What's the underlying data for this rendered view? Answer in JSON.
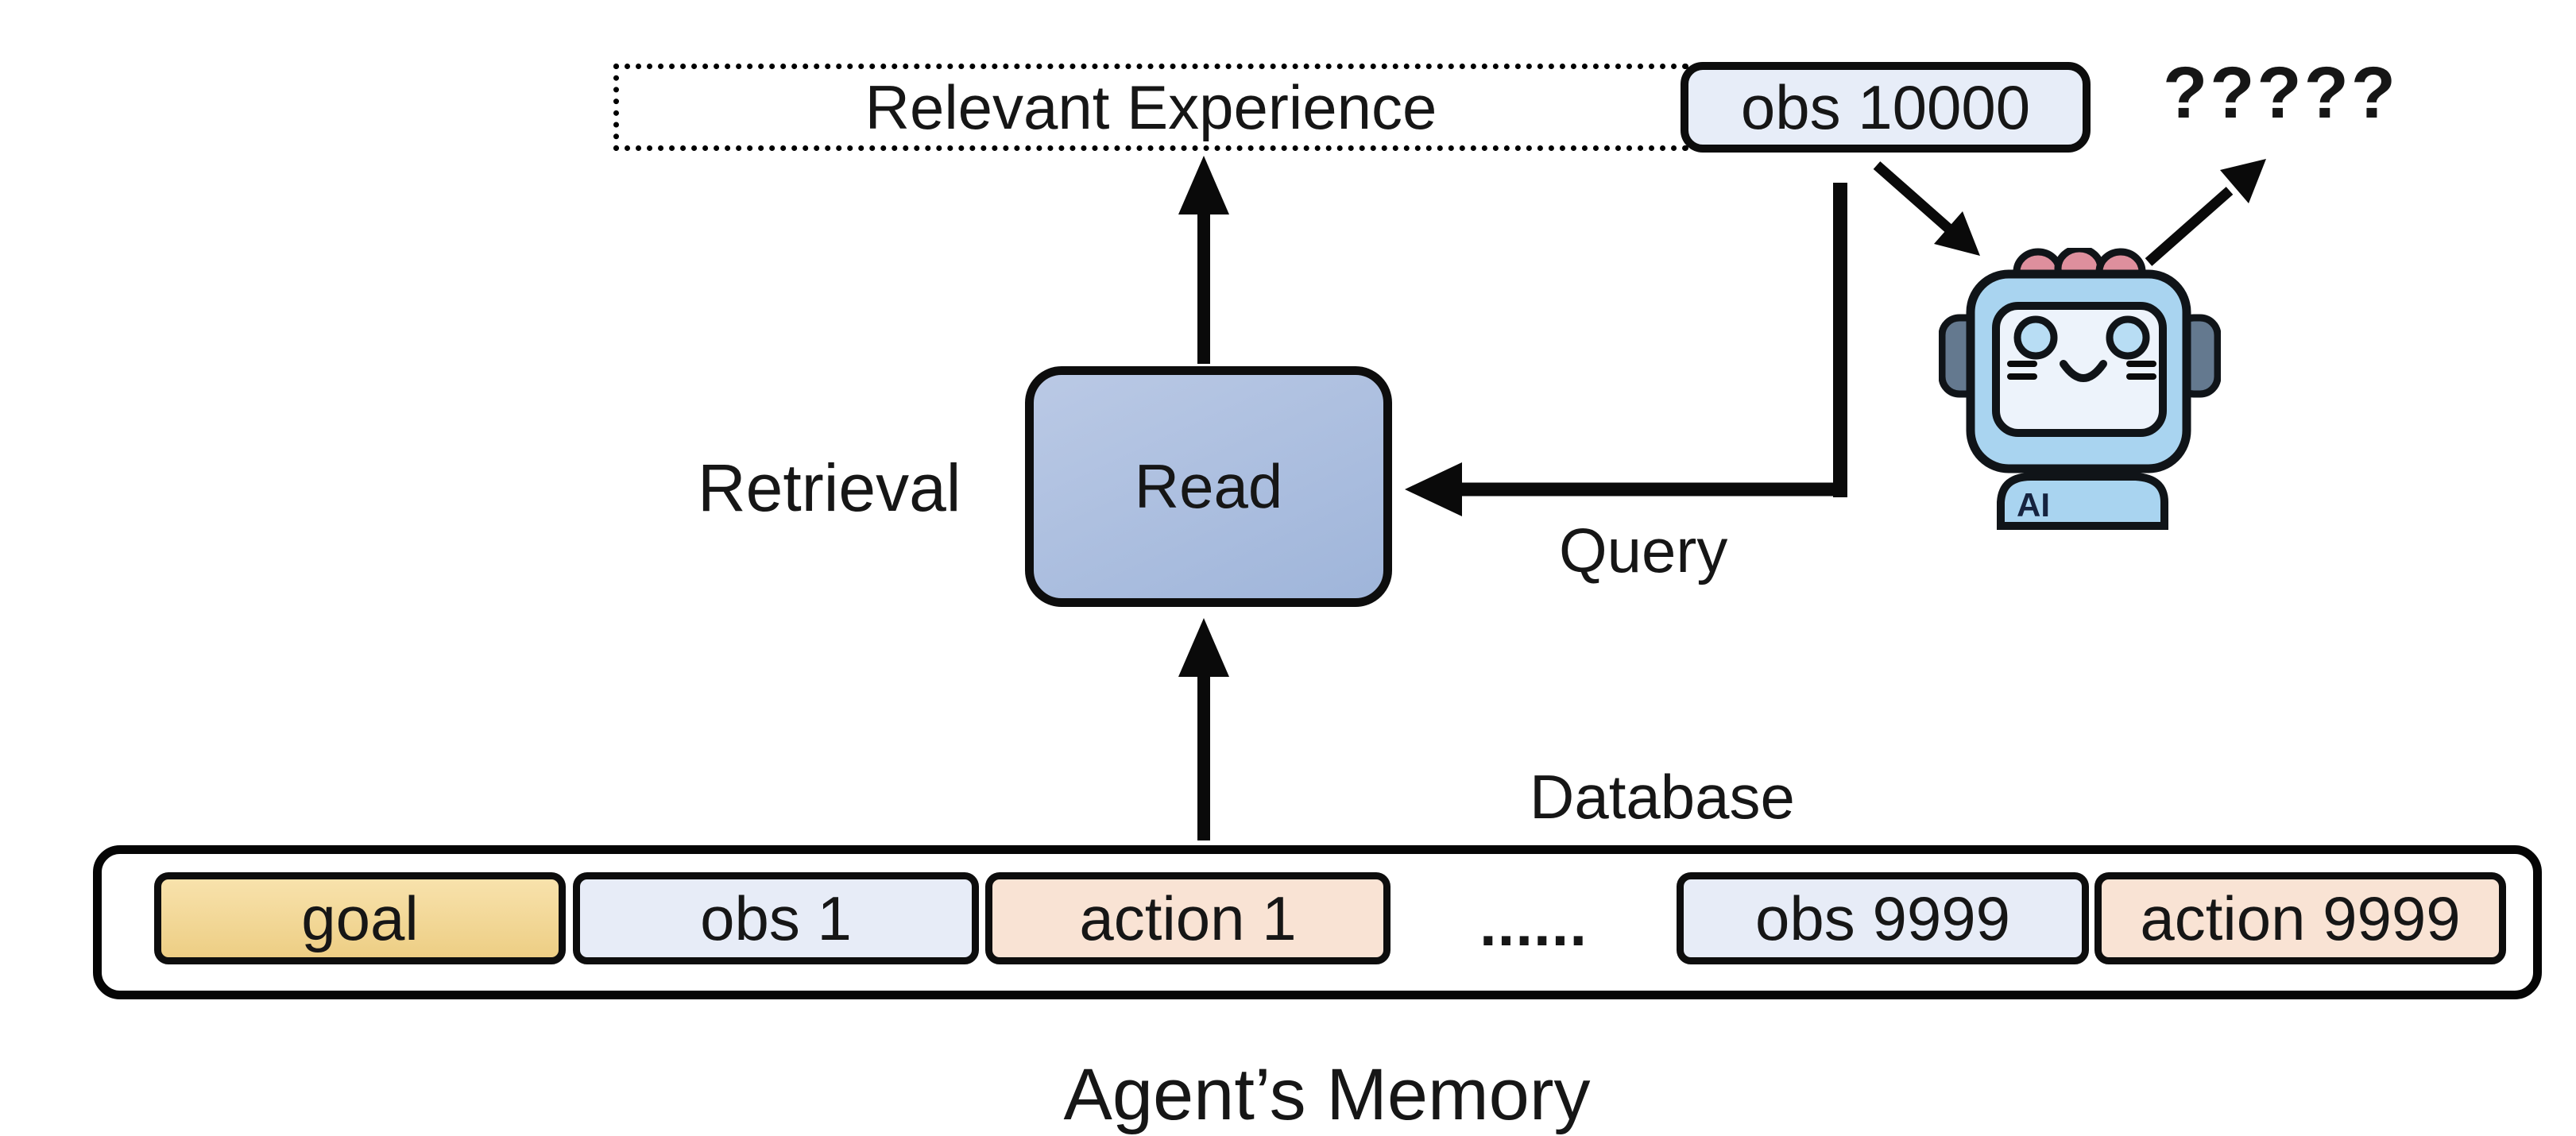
{
  "diagram": {
    "relevant_experience_label": "Relevant Experience",
    "obs_current_label": "obs 10000",
    "question_marks": "?????",
    "retrieval_label": "Retrieval",
    "read_label": "Read",
    "query_label": "Query",
    "database_label": "Database",
    "memory_title": "Agent’s Memory",
    "robot_badge": "AI"
  },
  "memory_items": [
    {
      "label": "goal",
      "type": "goal"
    },
    {
      "label": "obs 1",
      "type": "obs"
    },
    {
      "label": "action 1",
      "type": "action"
    },
    {
      "label": "......",
      "type": "ellipsis"
    },
    {
      "label": "obs 9999",
      "type": "obs"
    },
    {
      "label": "action 9999",
      "type": "action"
    }
  ],
  "colors": {
    "background": "#ffffff",
    "outline": "#0d0d0d",
    "goal-top": "#f8e2ac",
    "goal-bottom": "#edce84",
    "obs-fill": "#e7ecf7",
    "action-fill": "#f9e3d4",
    "obs-current-fill": "#e7edf8",
    "read-top": "#bac9e5",
    "read-bottom": "#9fb5da",
    "robot-head": "#a9d4f0",
    "robot-screen": "#edf3fb",
    "robot-ear": "#64798f",
    "robot-bump": "#de8f9d",
    "robot-eye": "#b8ddf4"
  }
}
